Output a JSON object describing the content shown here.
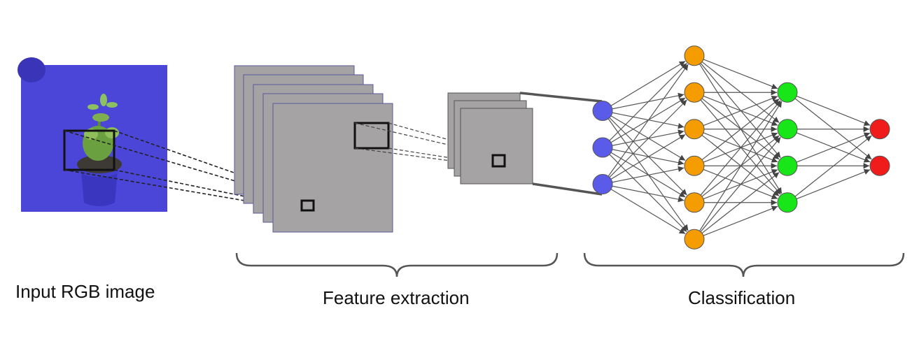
{
  "labels": {
    "input": "Input RGB image",
    "feature": "Feature extraction",
    "classification": "Classification"
  },
  "network": {
    "layers": [
      {
        "name": "input-layer",
        "nodes": 3,
        "color": "#5b5bea"
      },
      {
        "name": "hidden-layer-1",
        "nodes": 6,
        "color": "#f59c00"
      },
      {
        "name": "hidden-layer-2",
        "nodes": 4,
        "color": "#19e619"
      },
      {
        "name": "output-layer",
        "nodes": 2,
        "color": "#f01c1c"
      }
    ]
  },
  "colors": {
    "image_background": "#4b46d8",
    "feature_map": "#a5a3a3",
    "feature_map_border": "#5a5a9a",
    "connection": "#555555"
  }
}
